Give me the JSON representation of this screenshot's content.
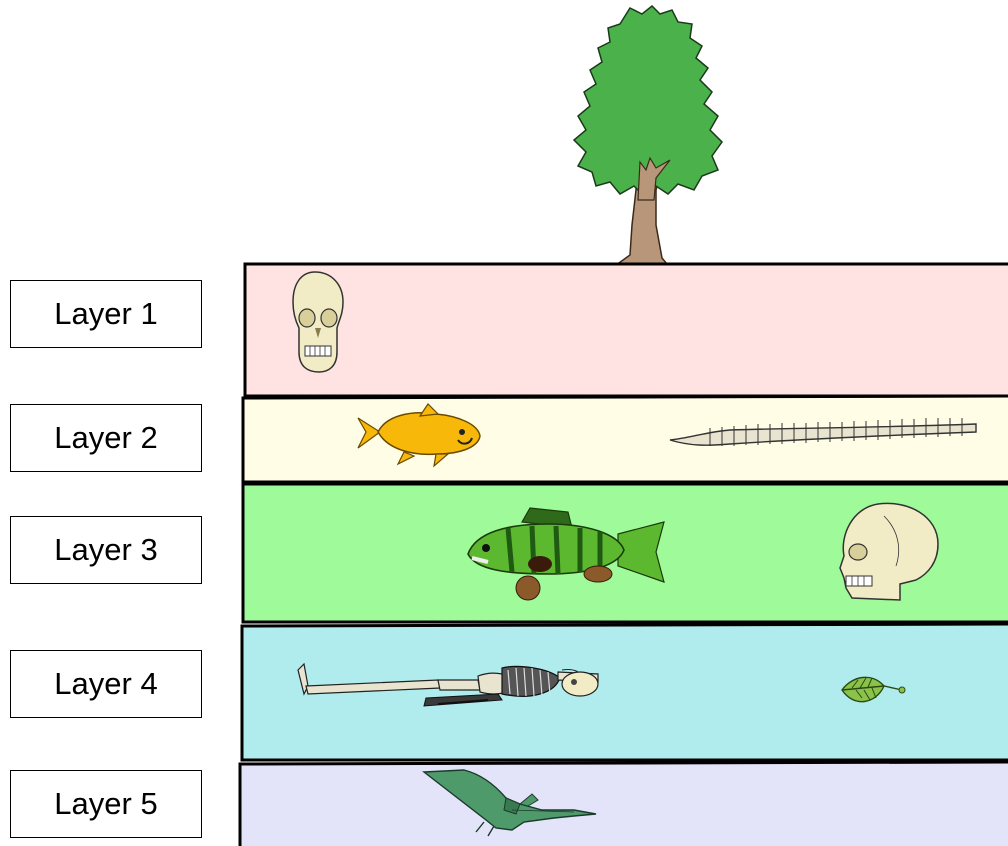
{
  "labels": {
    "layer1": "Layer 1",
    "layer2": "Layer 2",
    "layer3": "Layer 3",
    "layer4": "Layer 4",
    "layer5": "Layer 5"
  },
  "colors": {
    "layer1": "#ffe2e2",
    "layer2": "#fffde6",
    "layer3": "#9ffa9a",
    "layer4": "#b0ecee",
    "layer5": "#e3e4fa",
    "tree_leaves": "#4bb24b",
    "tree_trunk": "#b8967a",
    "goldfish": "#f8b80a",
    "perch": "#5cb82f"
  },
  "fossils": {
    "layer1": [
      "human-skull-front"
    ],
    "layer2": [
      "goldfish",
      "spine"
    ],
    "layer3": [
      "perch-fish",
      "human-skull-side"
    ],
    "layer4": [
      "human-skeleton",
      "leaf"
    ],
    "layer5": [
      "pterodactyl"
    ]
  }
}
